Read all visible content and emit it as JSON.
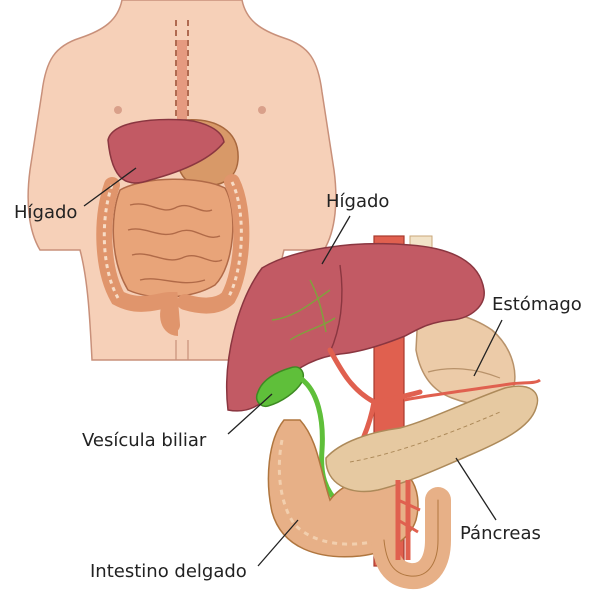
{
  "labels": {
    "liver_small": "Hígado",
    "liver_large": "Hígado",
    "stomach": "Estómago",
    "gallbladder": "Vesícula biliar",
    "pancreas": "Páncreas",
    "small_intestine": "Intestino delgado"
  },
  "colors": {
    "skin": "#f6d0b8",
    "skin_line": "#c8907a",
    "liver": "#c25a64",
    "liver_dark": "#9a3e48",
    "intestine": "#e7b087",
    "intestine_light": "#f2cfae",
    "stomach": "#eccba8",
    "gallbladder": "#5fbf3a",
    "vessel_red": "#e0604f",
    "pancreas": "#e6c9a1",
    "leader": "#222222"
  }
}
